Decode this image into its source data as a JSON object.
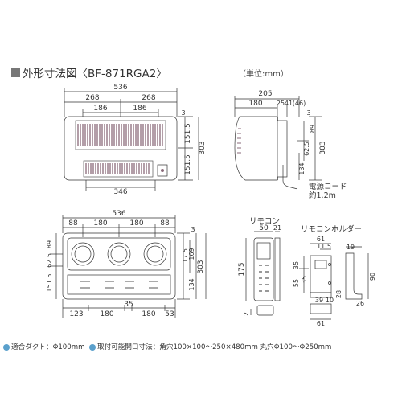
{
  "title": "外形寸法図〈BF-871RGA2〉",
  "unit": "（単位:mm）",
  "front": {
    "w536": "536",
    "w268a": "268",
    "w268b": "268",
    "w186a": "186",
    "w186b": "186",
    "w346": "346",
    "h3": "3",
    "h151a": "151.5",
    "h151b": "151.5",
    "h303": "303"
  },
  "side": {
    "w205": "205",
    "w180": "180",
    "w25": "25",
    "w41": "41",
    "w46": "(46)",
    "h3": "3",
    "h89": "89",
    "h62": "62.5",
    "h303": "303",
    "h134": "134",
    "cord_label": "電源コード",
    "cord_len": "約1.2m"
  },
  "rear": {
    "w536": "536",
    "w88a": "88",
    "w180a": "180",
    "w180b": "180",
    "w88b": "88",
    "w123": "123",
    "w180c": "180",
    "w35": "35",
    "w180d": "180",
    "w53": "53",
    "h89": "89",
    "h62": "62.5",
    "h151": "151.5",
    "h3": "3",
    "h17": "17.5",
    "h169": "169",
    "h303": "303",
    "h134": "134"
  },
  "remote": {
    "label": "リモコン",
    "w50": "50",
    "w21": "21",
    "h175": "175",
    "h21": "21"
  },
  "holder": {
    "label": "リモコンホルダー",
    "w61a": "61",
    "w11": "11.5",
    "w35": "35",
    "h55": "55",
    "h35": "35",
    "w39": "39",
    "w10": "10",
    "w61b": "61",
    "w19": "19",
    "h90": "90",
    "h28": "28",
    "w26": "26"
  },
  "footer": {
    "duct": "適合ダクト：Φ100mm",
    "opening": "取付可能開口寸法：角穴100×100～250×480mm 丸穴Φ100～Φ250mm"
  },
  "colors": {
    "line": "#333333",
    "body": "#ffffff",
    "grille": "#7a5a6a",
    "accent": "#5aa0cc"
  }
}
